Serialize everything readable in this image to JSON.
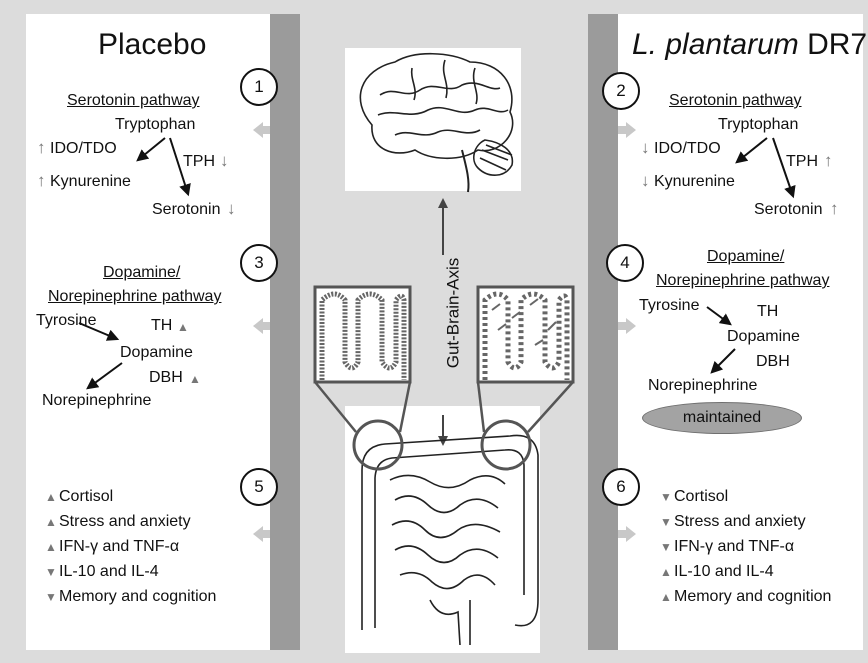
{
  "left": {
    "title": "Placebo",
    "serotonin": {
      "header": "Serotonin pathway",
      "tryptophan": "Tryptophan",
      "ido": "IDO/TDO",
      "tph": "TPH",
      "kynurenine": "Kynurenine",
      "serotonin": "Serotonin"
    },
    "dopamine": {
      "header1": "Dopamine/",
      "header2": "Norepinephrine pathway",
      "tyrosine": "Tyrosine",
      "th": "TH",
      "dopamine": "Dopamine",
      "dbh": "DBH",
      "norepinephrine": "Norepinephrine"
    },
    "outcomes": [
      {
        "dir": "up",
        "text": "Cortisol"
      },
      {
        "dir": "up",
        "text": "Stress and anxiety"
      },
      {
        "dir": "up",
        "text": "IFN-γ and TNF-α"
      },
      {
        "dir": "down",
        "text": "IL-10 and IL-4"
      },
      {
        "dir": "down",
        "text": "Memory and cognition"
      }
    ]
  },
  "right": {
    "title_italic": "L. plantarum",
    "title_rest": " DR7",
    "serotonin": {
      "header": "Serotonin pathway",
      "tryptophan": "Tryptophan",
      "ido": "IDO/TDO",
      "tph": "TPH",
      "kynurenine": "Kynurenine",
      "serotonin": "Serotonin"
    },
    "dopamine": {
      "header1": "Dopamine/",
      "header2": "Norepinephrine pathway",
      "tyrosine": "Tyrosine",
      "th": "TH",
      "dopamine": "Dopamine",
      "dbh": "DBH",
      "norepinephrine": "Norepinephrine",
      "status": "maintained"
    },
    "outcomes": [
      {
        "dir": "down",
        "text": "Cortisol"
      },
      {
        "dir": "down",
        "text": "Stress and anxiety"
      },
      {
        "dir": "down",
        "text": "IFN-γ and TNF-α"
      },
      {
        "dir": "up",
        "text": "IL-10 and IL-4"
      },
      {
        "dir": "up",
        "text": "Memory and cognition"
      }
    ]
  },
  "center": {
    "axis_label": "Gut-Brain-Axis"
  },
  "markers": [
    "1",
    "2",
    "3",
    "4",
    "5",
    "6"
  ],
  "symbols": {
    "up": "↑",
    "down": "↓",
    "tri_up": "▲",
    "tri_down": "▼"
  }
}
